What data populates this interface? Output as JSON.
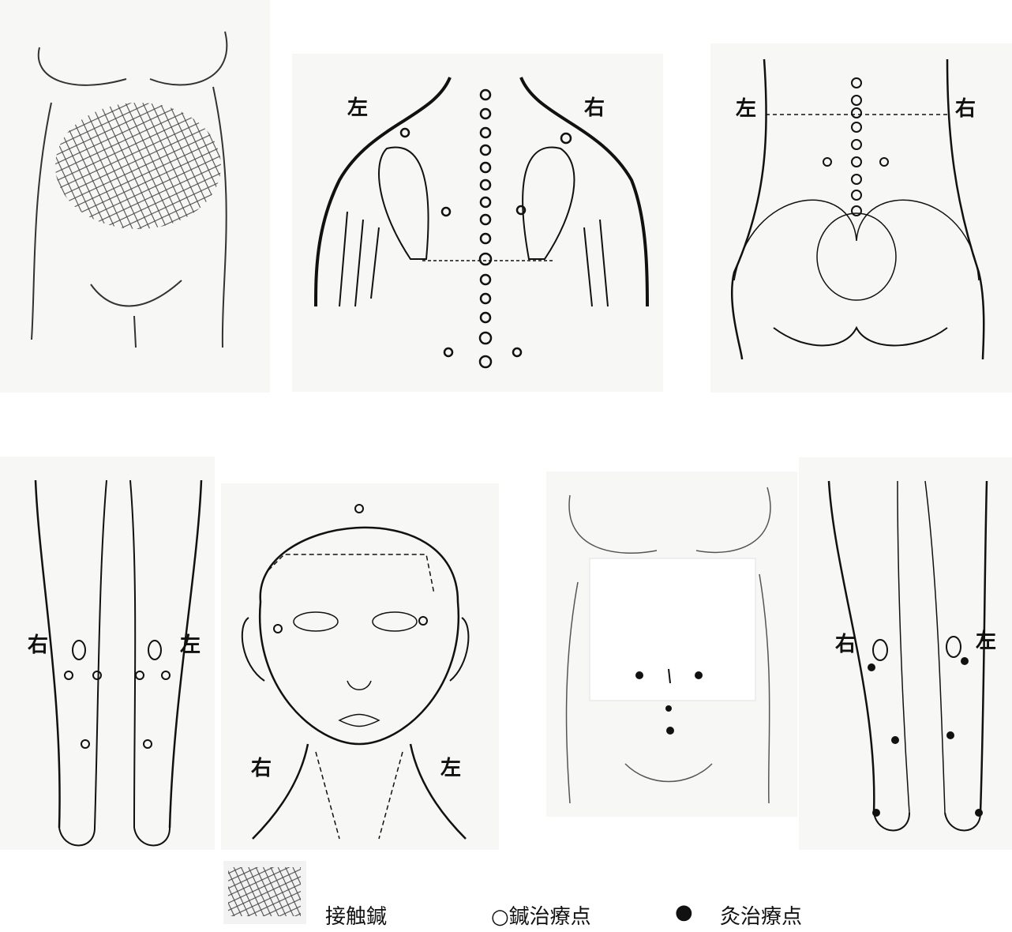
{
  "side_labels": {
    "back_left": "左",
    "back_right": "右",
    "lumbar_left": "左",
    "lumbar_right": "右",
    "legs1_right": "右",
    "legs1_left": "左",
    "face_right": "右",
    "face_left": "左",
    "legs2_right": "右",
    "legs2_left": "左"
  },
  "legend": {
    "contact_needle": "接触鍼",
    "needle_point": "○鍼治療点",
    "moxa_marker": "●",
    "moxa_point": "灸治療点"
  },
  "colors": {
    "ink": "#111111",
    "panel_bg": "#f7f7f5",
    "hatch": "#444444"
  }
}
